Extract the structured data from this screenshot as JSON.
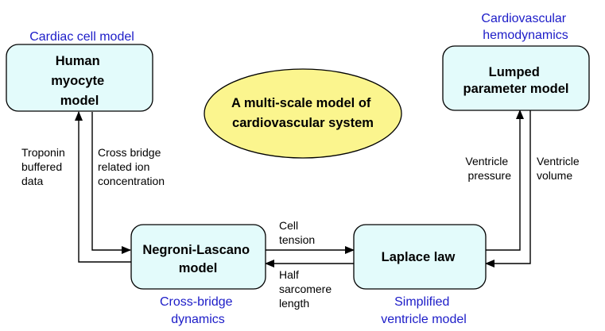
{
  "colors": {
    "box_fill": "#e3fbfb",
    "ellipse_fill": "#fbf58e",
    "caption_blue": "#1c1cc8",
    "stroke": "#000000"
  },
  "nodes": {
    "myocyte": {
      "lines": [
        "Human",
        "myocyte",
        "model"
      ]
    },
    "lumped": {
      "lines": [
        "Lumped",
        "parameter model"
      ]
    },
    "negroni": {
      "lines": [
        "Negroni-Lascano",
        "model"
      ]
    },
    "laplace": {
      "lines": [
        "Laplace law"
      ]
    },
    "center": {
      "lines": [
        "A multi-scale model of",
        "cardiovascular system"
      ]
    }
  },
  "captions": {
    "cardiac": {
      "lines": [
        "Cardiac cell model"
      ]
    },
    "cardiovascular": {
      "lines": [
        "Cardiovascular",
        "hemodynamics"
      ]
    },
    "crossbridge": {
      "lines": [
        "Cross-bridge",
        "dynamics"
      ]
    },
    "simplified": {
      "lines": [
        "Simplified",
        "ventricle model"
      ]
    }
  },
  "edges": {
    "troponin": {
      "lines": [
        "Troponin",
        "buffered",
        "data"
      ]
    },
    "crossbridge_ion": {
      "lines": [
        "Cross bridge",
        "related ion",
        "concentration"
      ]
    },
    "cell_tension": {
      "lines": [
        "Cell",
        "tension"
      ]
    },
    "half_sarcomere": {
      "lines": [
        "Half",
        "sarcomere",
        "length"
      ]
    },
    "ventricle_pressure": {
      "lines": [
        "Ventricle",
        "pressure"
      ]
    },
    "ventricle_volume": {
      "lines": [
        "Ventricle",
        "volume"
      ]
    }
  }
}
